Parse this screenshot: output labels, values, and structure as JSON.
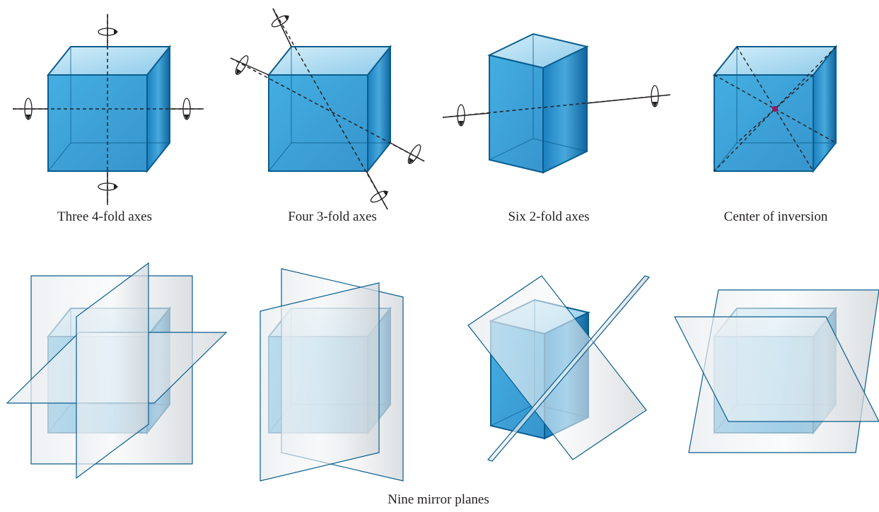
{
  "figure": {
    "captions": [
      "Three 4-fold axes",
      "Four 3-fold axes",
      "Six 2-fold axes",
      "Center of inversion",
      "Nine mirror planes"
    ],
    "colors": {
      "cube_front": "#1f9ad6",
      "cube_top": "#b9e3f6",
      "cube_side": "#1577b5",
      "cube_edge": "#0b5d8e",
      "plane_fill": "#d9dcdf",
      "axis_line": "#231f20",
      "inversion_point": "#a0155f"
    },
    "icons": [
      "rotation-arrow-icon",
      "inversion-center-icon"
    ]
  }
}
